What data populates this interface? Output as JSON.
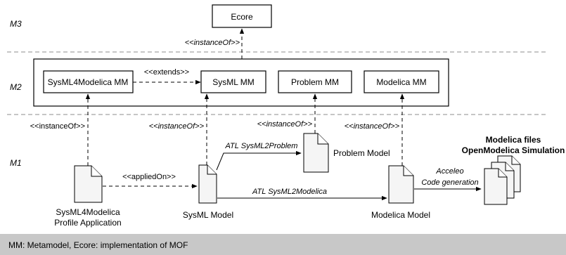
{
  "levels": {
    "m3": "M3",
    "m2": "M2",
    "m1": "M1"
  },
  "boxes": {
    "ecore": "Ecore",
    "sysml4modelica_mm": "SysML4Modelica MM",
    "sysml_mm": "SysML MM",
    "problem_mm": "Problem MM",
    "modelica_mm": "Modelica MM"
  },
  "relations": {
    "instanceof_m2": "<<instanceOf>>",
    "extends": "<<extends>>",
    "instanceof_profile": "<<instanceOf>>",
    "instanceof_sysml": "<<instanceOf>>",
    "instanceof_problem": "<<instanceOf>>",
    "instanceof_modelica": "<<instanceOf>>",
    "applied_on": "<<appliedOn>>",
    "atl_problem": "ATL SysML2Problem",
    "atl_modelica": "ATL SysML2Modelica",
    "acceleo_line1": "Acceleo",
    "acceleo_line2": "Code generation"
  },
  "documents": {
    "profile_line1": "SysML4Modelica",
    "profile_line2": "Profile Application",
    "sysml_model": "SysML Model",
    "problem_model": "Problem Model",
    "modelica_model": "Modelica Model"
  },
  "outputs": {
    "line1": "Modelica files",
    "line2": "OpenModelica Simulation"
  },
  "footer": {
    "text": "MM: Metamodel, Ecore: implementation of MOF"
  }
}
